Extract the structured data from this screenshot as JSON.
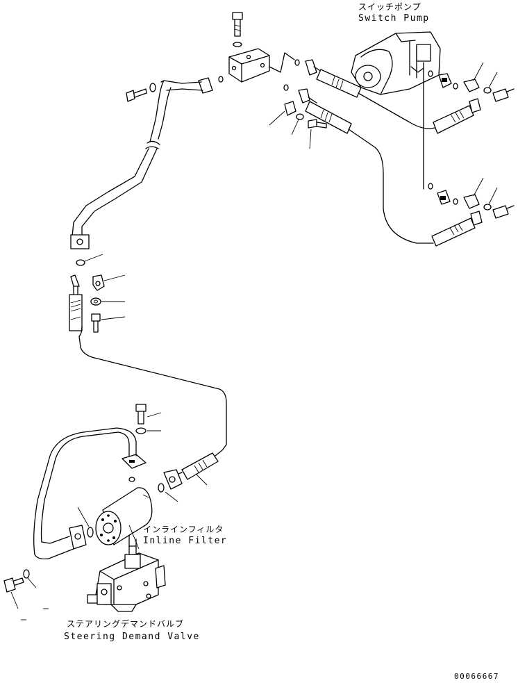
{
  "labels": {
    "switch_pump_jp": "スイッチポンプ",
    "switch_pump_en": "Switch Pump",
    "inline_filter_jp": "インラインフィルタ",
    "inline_filter_en": "Inline Filter",
    "steering_valve_jp": "ステアリングデマンドバルブ",
    "steering_valve_en": "Steering Demand Valve"
  },
  "drawing_code": "00066667",
  "icons": [
    "bolt-icon",
    "washer-icon",
    "o-ring-icon",
    "split-flange-icon",
    "hose-icon",
    "tube-icon"
  ]
}
